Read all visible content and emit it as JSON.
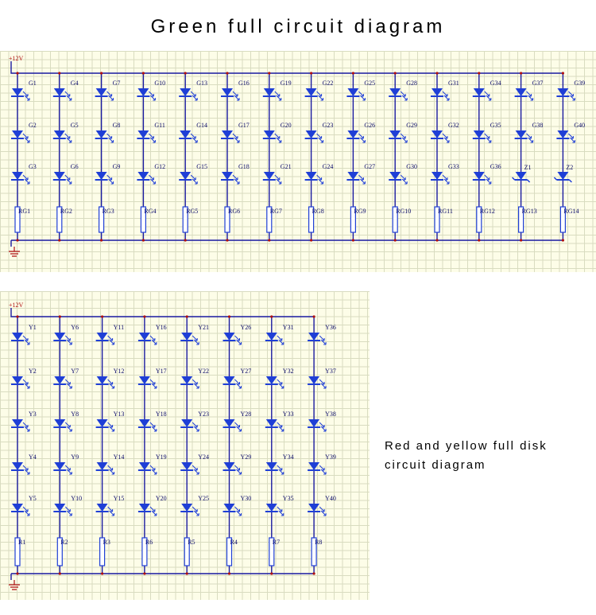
{
  "title": "Green full circuit diagram",
  "side_caption_line1": "Red and yellow full disk",
  "side_caption_line2": "circuit diagram",
  "colors": {
    "grid_bg": "#fdfde8",
    "grid_line": "#d9dcc0",
    "wire": "#1a1aa0",
    "component": "#1f3fd6",
    "node": "#b01010",
    "text": "#0a0a6a",
    "rail_label": "#b01010"
  },
  "green": {
    "rail_label": "+12V",
    "columns": [
      {
        "leds": [
          "G1",
          "G2",
          "G3"
        ],
        "resistor": "RG1"
      },
      {
        "leds": [
          "G4",
          "G5",
          "G6"
        ],
        "resistor": "RG2"
      },
      {
        "leds": [
          "G7",
          "G8",
          "G9"
        ],
        "resistor": "RG3"
      },
      {
        "leds": [
          "G10",
          "G11",
          "G12"
        ],
        "resistor": "RG4"
      },
      {
        "leds": [
          "G13",
          "G14",
          "G15"
        ],
        "resistor": "RG5"
      },
      {
        "leds": [
          "G16",
          "G17",
          "G18"
        ],
        "resistor": "RG6"
      },
      {
        "leds": [
          "G19",
          "G20",
          "G21"
        ],
        "resistor": "RG7"
      },
      {
        "leds": [
          "G22",
          "G23",
          "G24"
        ],
        "resistor": "RG8"
      },
      {
        "leds": [
          "G25",
          "G26",
          "G27"
        ],
        "resistor": "RG9"
      },
      {
        "leds": [
          "G28",
          "G29",
          "G30"
        ],
        "resistor": "RG10"
      },
      {
        "leds": [
          "G31",
          "G32",
          "G33"
        ],
        "resistor": "RG11"
      },
      {
        "leds": [
          "G34",
          "G35",
          "G36"
        ],
        "resistor": "RG12"
      },
      {
        "leds": [
          "G37",
          "G38",
          "Z1"
        ],
        "resistor": "RG13"
      },
      {
        "leds": [
          "G39",
          "G40",
          "Z2"
        ],
        "resistor": "RG14"
      }
    ]
  },
  "yellow": {
    "rail_label": "+12V",
    "columns": [
      {
        "leds": [
          "Y1",
          "Y2",
          "Y3",
          "Y4",
          "Y5"
        ],
        "resistor": "R1"
      },
      {
        "leds": [
          "Y6",
          "Y7",
          "Y8",
          "Y9",
          "Y10"
        ],
        "resistor": "R2"
      },
      {
        "leds": [
          "Y11",
          "Y12",
          "Y13",
          "Y14",
          "Y15"
        ],
        "resistor": "R3"
      },
      {
        "leds": [
          "Y16",
          "Y17",
          "Y18",
          "Y19",
          "Y20"
        ],
        "resistor": "R6"
      },
      {
        "leds": [
          "Y21",
          "Y22",
          "Y23",
          "Y24",
          "Y25"
        ],
        "resistor": "R5"
      },
      {
        "leds": [
          "Y26",
          "Y27",
          "Y28",
          "Y29",
          "Y30"
        ],
        "resistor": "R4"
      },
      {
        "leds": [
          "Y31",
          "Y32",
          "Y33",
          "Y34",
          "Y35"
        ],
        "resistor": "R7"
      },
      {
        "leds": [
          "Y36",
          "Y37",
          "Y38",
          "Y39",
          "Y40"
        ],
        "resistor": "R8"
      }
    ]
  }
}
